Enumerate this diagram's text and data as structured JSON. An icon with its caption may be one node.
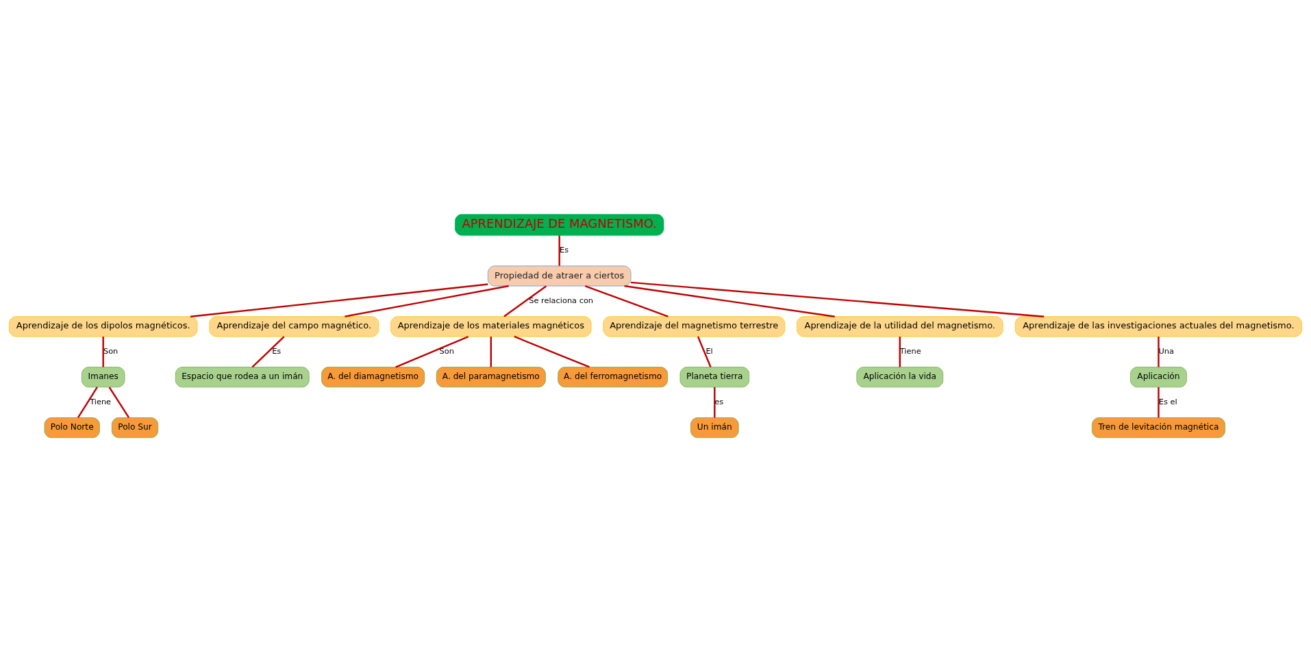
{
  "diagram": {
    "nodes": [
      {
        "text": [
          "APRENDIZAJE DE MAGNETISMO."
        ]
      },
      {
        "text": [
          "Propiedad de atraer a ciertos"
        ]
      },
      {
        "text": [
          "Aprendizaje de los dipolos magnéticos."
        ]
      },
      {
        "text": [
          "Aprendizaje del campo magnético."
        ]
      },
      {
        "text": [
          "Aprendizaje de los materiales magnéticos"
        ]
      },
      {
        "text": [
          "Aprendizaje del magnetismo terrestre"
        ]
      },
      {
        "text": [
          "Aprendizaje de la utilidad del magnetismo."
        ]
      },
      {
        "text": [
          "Aprendizaje de las investigaciones actuales del magnetismo."
        ]
      },
      {
        "text": [
          "Imanes"
        ]
      },
      {
        "text": [
          "Polo Norte"
        ]
      },
      {
        "text": [
          "Polo Sur"
        ]
      },
      {
        "text": [
          "Espacio que rodea a un imán"
        ]
      },
      {
        "text": [
          "A. del diamagnetismo"
        ]
      },
      {
        "text": [
          "A. del paramagnetismo"
        ]
      },
      {
        "text": [
          "A. del ferromagnetismo"
        ]
      },
      {
        "text": [
          "Planeta tierra"
        ]
      },
      {
        "text": [
          "Un imán"
        ]
      },
      {
        "text": [
          "Aplicación la vida"
        ]
      },
      {
        "text": [
          "Aplicación"
        ]
      },
      {
        "text": [
          "Tren de levitación magnética"
        ]
      }
    ],
    "edges": [
      {
        "from": 0,
        "to": 1,
        "arrow": "none",
        "label": "Es"
      },
      {
        "from": 1,
        "to": 2,
        "arrow": "none"
      },
      {
        "from": 1,
        "to": 3,
        "arrow": "none"
      },
      {
        "from": 1,
        "to": 4,
        "arrow": "none",
        "label": "Se relaciona con"
      },
      {
        "from": 1,
        "to": 5,
        "arrow": "none"
      },
      {
        "from": 1,
        "to": 6,
        "arrow": "none"
      },
      {
        "from": 1,
        "to": 7,
        "arrow": "none"
      },
      {
        "from": 2,
        "to": 8,
        "arrow": "none",
        "label": "Son"
      },
      {
        "from": 8,
        "to": 9,
        "arrow": "none",
        "label": "Tiene"
      },
      {
        "from": 8,
        "to": 10,
        "arrow": "none"
      },
      {
        "from": 3,
        "to": 11,
        "arrow": "none",
        "label": "Es"
      },
      {
        "from": 4,
        "to": 12,
        "arrow": "none",
        "label": "Son"
      },
      {
        "from": 4,
        "to": 13,
        "arrow": "none"
      },
      {
        "from": 4,
        "to": 14,
        "arrow": "none"
      },
      {
        "from": 5,
        "to": 15,
        "arrow": "none",
        "label": "El"
      },
      {
        "from": 15,
        "to": 16,
        "arrow": "none",
        "label": "es"
      },
      {
        "from": 6,
        "to": 17,
        "arrow": "none",
        "label": "Tiene"
      },
      {
        "from": 7,
        "to": 18,
        "arrow": "none",
        "label": "Una"
      },
      {
        "from": 18,
        "to": 19,
        "arrow": "none",
        "label": "Es el"
      }
    ]
  }
}
